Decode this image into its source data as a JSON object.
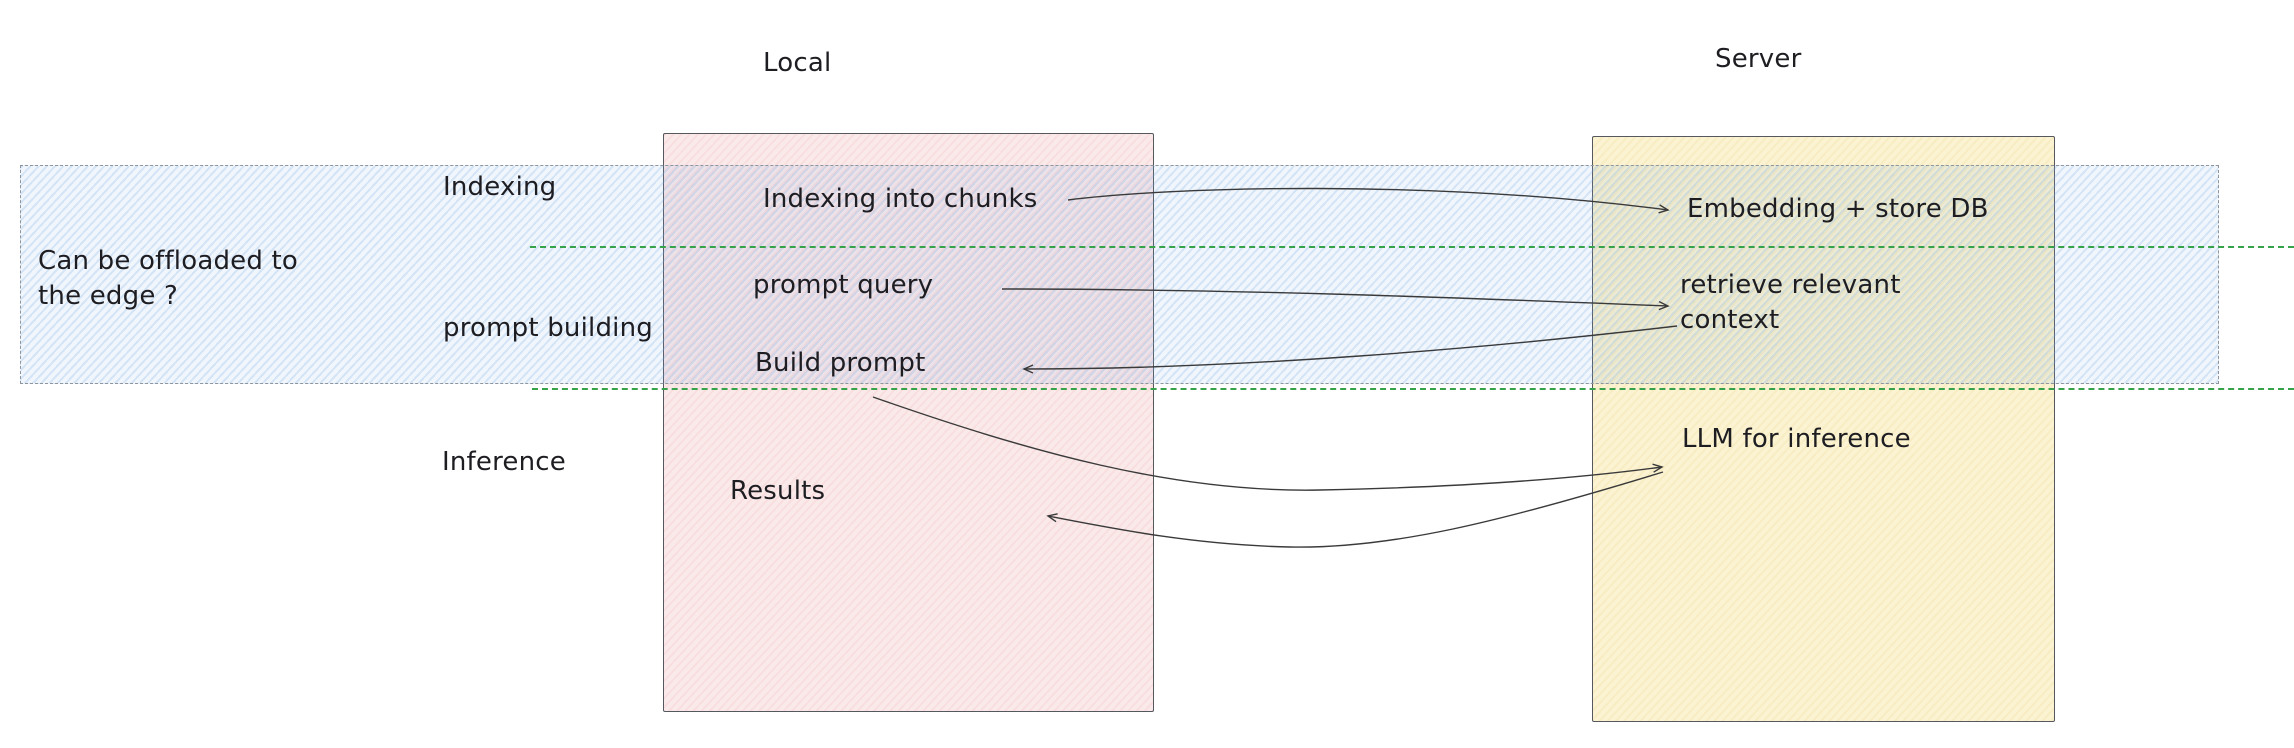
{
  "titles": {
    "local": "Local",
    "server": "Server"
  },
  "edge_band": {
    "label_line1": "Can be offloaded to",
    "label_line2": "the edge ?"
  },
  "rows": [
    {
      "label": "Indexing"
    },
    {
      "label": "prompt building"
    },
    {
      "label": "Inference"
    }
  ],
  "local_box": {
    "items": [
      "Indexing into chunks",
      "prompt query",
      "Build prompt",
      "Results"
    ]
  },
  "server_box": {
    "embedding": "Embedding + store DB",
    "retrieve_line1": "retrieve relevant",
    "retrieve_line2": "context",
    "llm": "LLM for inference"
  },
  "arrows": [
    {
      "from": "Indexing into chunks",
      "to": "Embedding + store DB"
    },
    {
      "from": "prompt query",
      "to": "retrieve relevant context"
    },
    {
      "from": "retrieve relevant context",
      "to": "Build prompt"
    },
    {
      "from": "Build prompt",
      "to": "LLM for inference"
    },
    {
      "from": "LLM for inference",
      "to": "Results"
    }
  ],
  "colors": {
    "band_fill": "#d8e8f8",
    "band_border": "#8f959d",
    "local_box_fill": "#fbecec",
    "server_box_fill": "#fcf5d8",
    "box_border": "#55585f",
    "divider_green": "#36a24a",
    "arrow": "#3a3a3a",
    "text": "#1d1d22"
  }
}
